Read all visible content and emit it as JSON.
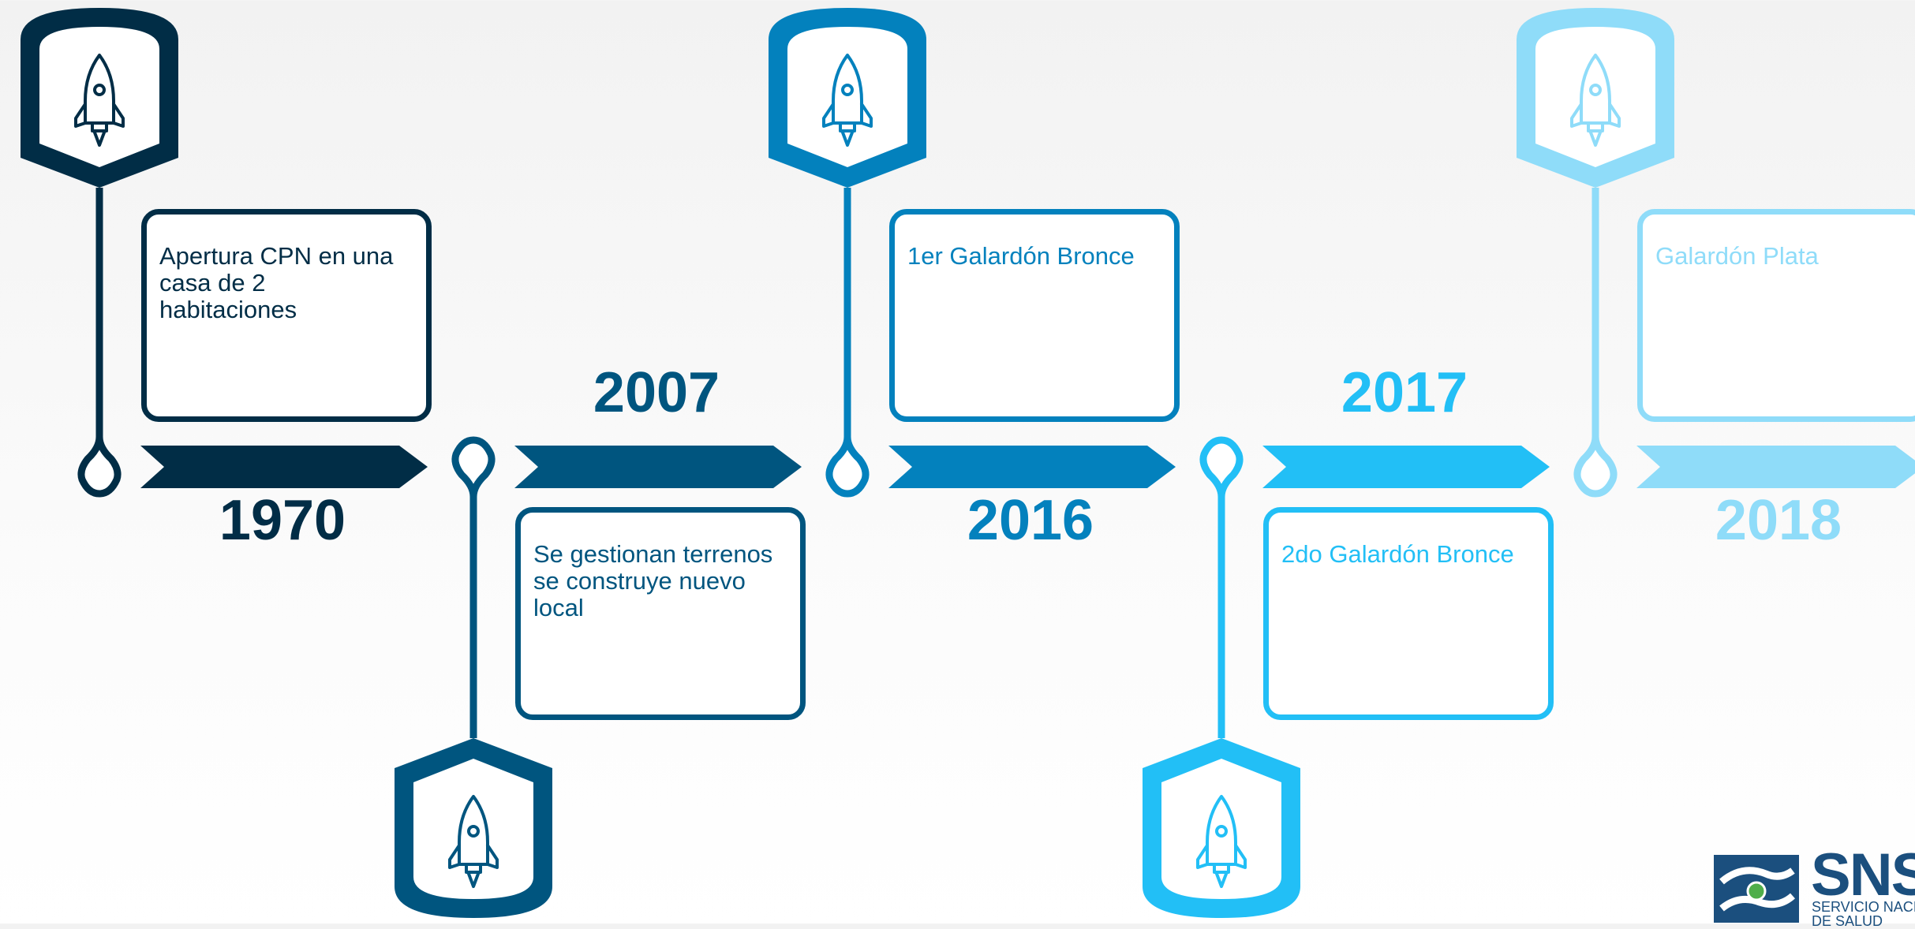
{
  "timeline": {
    "items": [
      {
        "year": "1970",
        "text": "Apertura CPN en una\ncasa de 2\nhabitaciones",
        "color": "#012d46",
        "position": "top"
      },
      {
        "year": "2007",
        "text": "Se gestionan terrenos\nse construye nuevo\nlocal",
        "color": "#00557f",
        "position": "bottom"
      },
      {
        "year": "2016",
        "text": "1er Galardón Bronce",
        "color": "#0381bd",
        "position": "top"
      },
      {
        "year": "2017",
        "text": "2do Galardón Bronce",
        "color": "#22bff6",
        "position": "bottom"
      },
      {
        "year": "2018",
        "text": "Galardón Plata",
        "color": "#8fdcf9",
        "position": "top"
      }
    ],
    "icon": "rocket-icon"
  },
  "logo": {
    "letters": "SNS",
    "line1": "SERVICIO NACIONAL",
    "line2": "DE SALUD",
    "color": "#1b4f7e"
  }
}
